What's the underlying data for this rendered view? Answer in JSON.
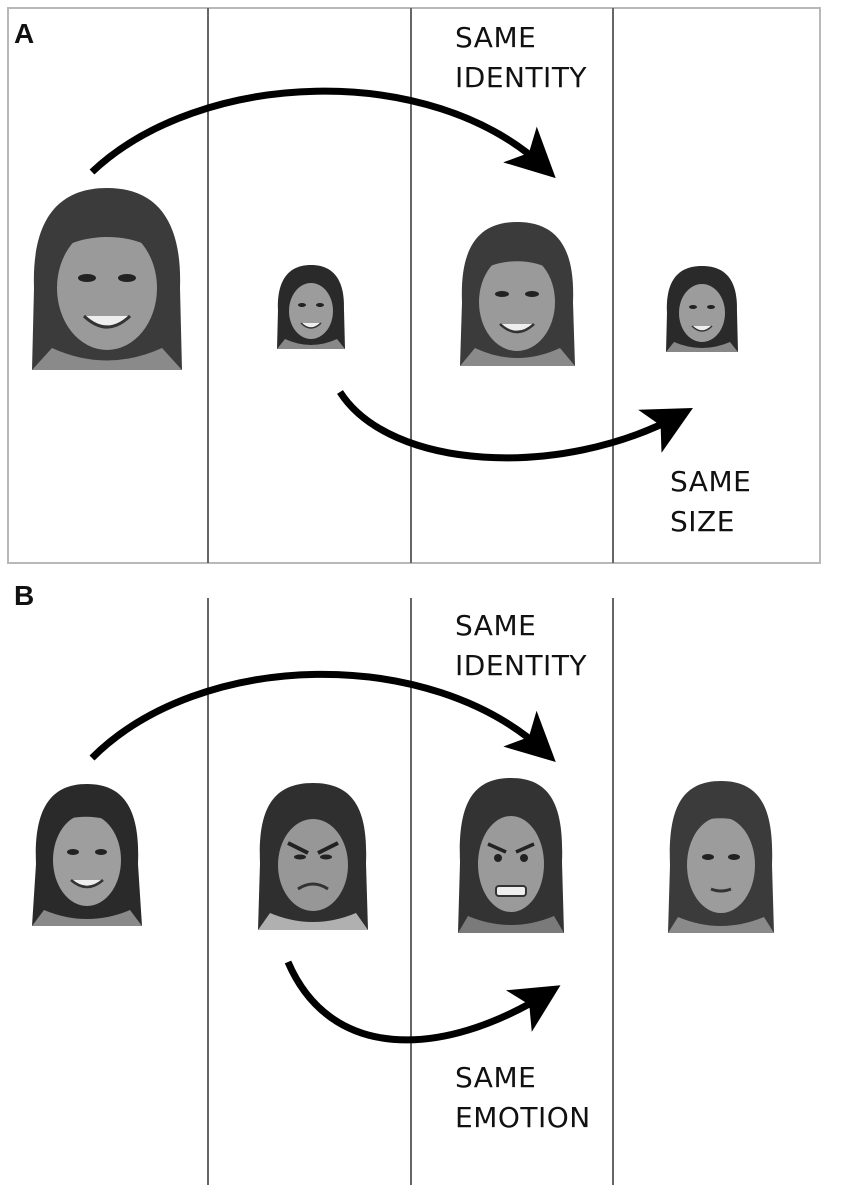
{
  "panels": [
    {
      "label": "A",
      "top_caption": [
        "SAME",
        "IDENTITY"
      ],
      "bottom_caption": [
        "SAME",
        "SIZE"
      ],
      "faces": [
        {
          "name": "face-a1-large-smiling",
          "tone": "#6a6a6a",
          "hair": "#3b3b3b",
          "expression": "smile"
        },
        {
          "name": "face-a2-small-smiling",
          "tone": "#7a7a7a",
          "hair": "#2a2a2a",
          "expression": "smile"
        },
        {
          "name": "face-a3-large-smiling",
          "tone": "#6a6a6a",
          "hair": "#3b3b3b",
          "expression": "smile"
        },
        {
          "name": "face-a4-small-smiling",
          "tone": "#7a7a7a",
          "hair": "#2a2a2a",
          "expression": "smile"
        }
      ]
    },
    {
      "label": "B",
      "top_caption": [
        "SAME",
        "IDENTITY"
      ],
      "bottom_caption": [
        "SAME",
        "EMOTION"
      ],
      "faces": [
        {
          "name": "face-b1-smiling",
          "tone": "#7a7a7a",
          "hair": "#2a2a2a",
          "expression": "smile"
        },
        {
          "name": "face-b2-angry",
          "tone": "#707070",
          "hair": "#2f2f2f",
          "expression": "angry"
        },
        {
          "name": "face-b3-angry",
          "tone": "#6e6e6e",
          "hair": "#333333",
          "expression": "angry"
        },
        {
          "name": "face-b4-neutral",
          "tone": "#6a6a6a",
          "hair": "#3b3b3b",
          "expression": "neutral"
        }
      ]
    }
  ]
}
